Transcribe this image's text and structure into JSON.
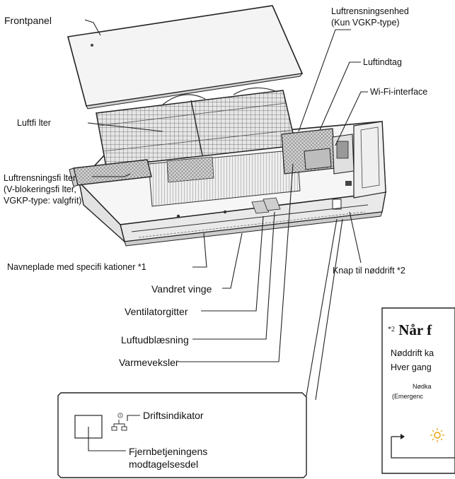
{
  "labels": {
    "frontpanel": "Frontpanel",
    "purifier_line1": "Luftrensningsenhed",
    "purifier_line2": "(Kun VGKP-type)",
    "air_intake": "Luftindtag",
    "wifi": "Wi-Fi-interface",
    "air_filter": "Luftfi lter",
    "purifier_filter_line1": "Luftrensningsfi lter",
    "purifier_filter_line2": "(V-blokeringsfi lter,",
    "purifier_filter_line3": "VGKP-type: valgfrit)",
    "nameplate": "Navneplade med specifi kationer *1",
    "emergency_button": "Knap til nøddrift *2",
    "horizontal_vane": "Vandret vinge",
    "fan_grille": "Ventilatorgitter",
    "air_outlet": "Luftudblæsning",
    "heat_exchanger": "Varmeveksler"
  },
  "detail": {
    "operation_indicator": "Driftsindikator",
    "receiver_line1": "Fjernbetjeningens",
    "receiver_line2": "modtagelsesdel"
  },
  "note": {
    "marker": "*2",
    "title": "Når f",
    "line1": "Nøddrift ka",
    "line2": "Hver gang",
    "sub1": "Nødka",
    "sub2": "(Emergenc"
  },
  "colors": {
    "line": "#222222",
    "panel_fill": "#f2f2f2",
    "filter_fill": "#dcdcdc",
    "indicator": "#e8a000"
  }
}
